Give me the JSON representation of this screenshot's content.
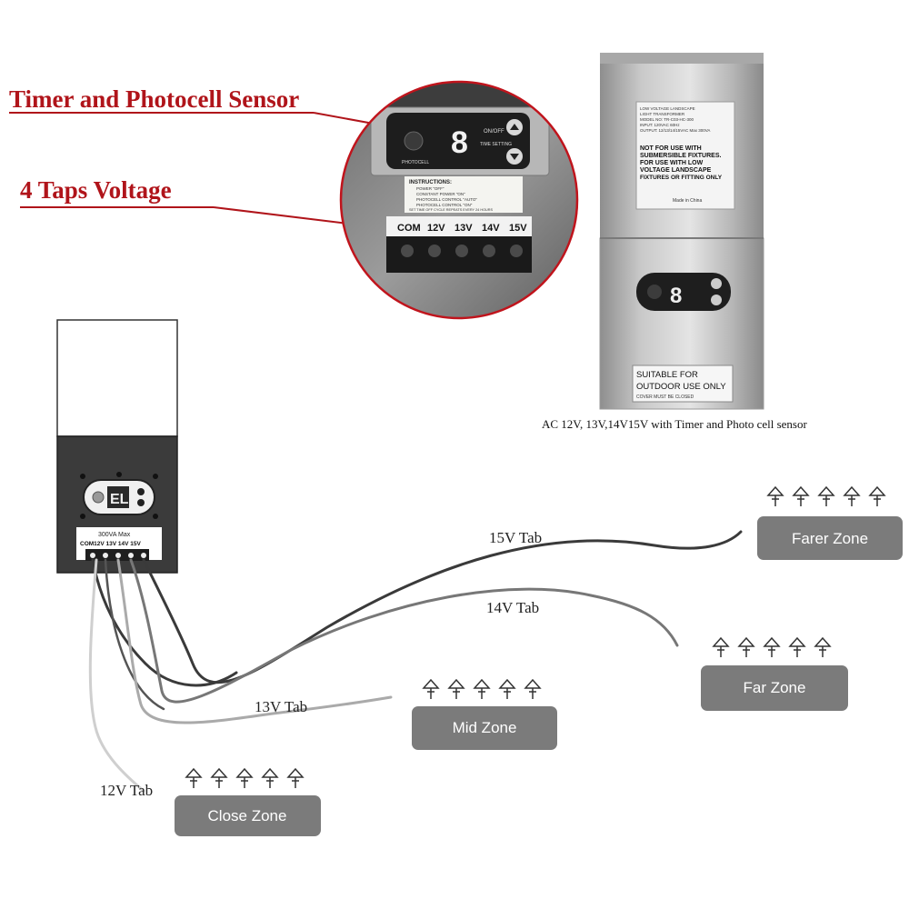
{
  "callouts": {
    "timer": "Timer and Photocell Sensor",
    "taps": "4 Taps Voltage"
  },
  "zoom_panel": {
    "onoff": "ON/OFF",
    "time_setting": "TIME SETTING",
    "photocell": "PHOTOCELL",
    "instructions_title": "INSTRUCTIONS:",
    "instructions": [
      "POWER \"OFF\"",
      "CONSTANT POWER \"ON\"",
      "PHOTOCELL CONTROL \"AUTO\"",
      "PHOTOCELL CONTROL \"ON\"",
      "SET TIME OFF CYCLE REPEATS EVERY 24 HOURS"
    ],
    "taps": [
      "COM",
      "12V",
      "13V",
      "14V",
      "15V"
    ]
  },
  "product": {
    "label_lines": [
      "LOW VOLTAGE LANDSCAPE",
      "LIGHT TRANSFORMER",
      "MODEL NO: TR-C03-HC-300",
      "INPUT: 120VAC 60Hz",
      "OUTPUT: 12/13/14/15VAC Max 300VA",
      "NOT FOR USE WITH",
      "SUBMERSIBLE FIXTURES.",
      "FOR USE WITH LOW",
      "VOLTAGE LANDSCAPE",
      "FIXTURES OR FITTING ONLY",
      "Made in China"
    ],
    "outdoor_lines": [
      "SUITABLE FOR",
      "OUTDOOR USE ONLY",
      "COVER MUST BE CLOSED"
    ],
    "caption": "AC 12V, 13V,14V15V with Timer and Photo cell sensor"
  },
  "diagram": {
    "max_label": "300VA  Max",
    "tap_labels": "COM12V 13V 14V 15V",
    "display_text": "EL",
    "tabs": {
      "t15": "15V Tab",
      "t14": "14V Tab",
      "t13": "13V Tab",
      "t12": "12V Tab"
    },
    "zones": {
      "farer": "Farer  Zone",
      "far": "Far Zone",
      "mid": "Mid Zone",
      "close": "Close Zone"
    }
  },
  "colors": {
    "callout_red": "#b0141a",
    "zone_box": "#7b7b7b",
    "wire_dark": "#3a3a3a",
    "wire_mid": "#777777",
    "wire_light": "#aaaaaa",
    "wire_lighter": "#cfcfcf"
  }
}
